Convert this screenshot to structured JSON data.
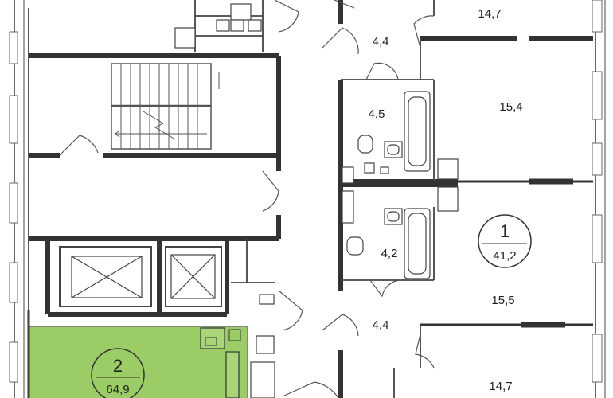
{
  "floorplan": {
    "rooms": {
      "r1": "14,7",
      "r2": "4,4",
      "r3": "4,5",
      "r4": "15,4",
      "r5": "4,2",
      "r6": "15,5",
      "r7": "4,4",
      "r8": "14,7"
    },
    "apartment1": {
      "number": "1",
      "area": "41,2"
    },
    "apartment2": {
      "number": "2",
      "area": "64,9",
      "highlight_color": "#9ccc65"
    },
    "colors": {
      "wall": "#333333",
      "thin_line": "#555555",
      "facade": "#666666"
    }
  }
}
